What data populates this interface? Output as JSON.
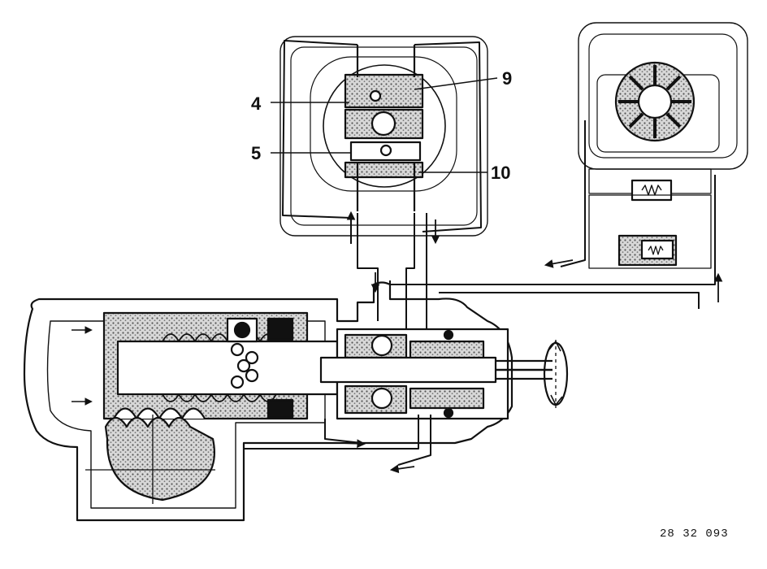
{
  "diagram": {
    "callouts": {
      "c4": "4",
      "c5": "5",
      "c9": "9",
      "c10": "10"
    },
    "reference_number": "28 32 093"
  },
  "colors": {
    "ink": "#111111",
    "stipple": "#777777",
    "paper": "#ffffff"
  }
}
